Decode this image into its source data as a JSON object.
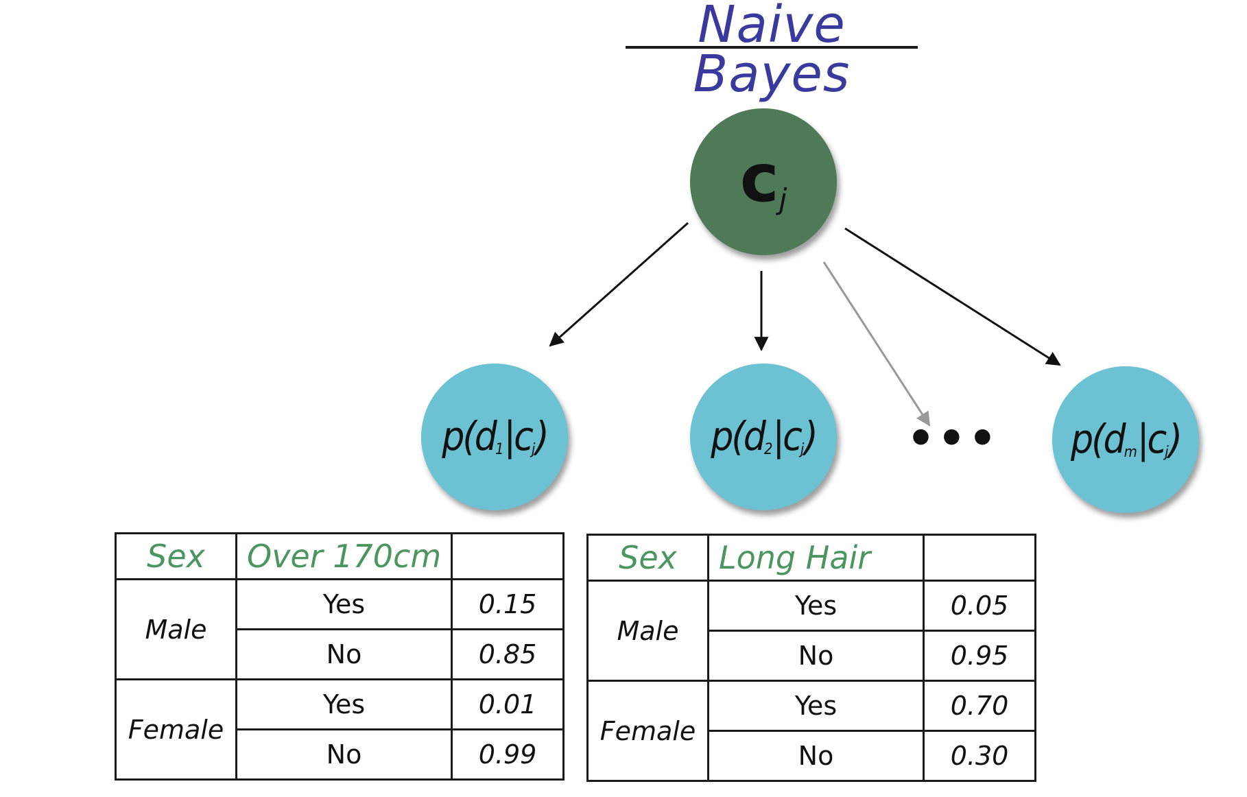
{
  "title": "Naive Bayes",
  "nodes": {
    "root": {
      "main": "c",
      "sub": "j"
    },
    "feature_1": {
      "prefix": "p(d",
      "index": "1",
      "mid": "|c",
      "sub": "j",
      "suffix": ")"
    },
    "feature_2": {
      "prefix": "p(d",
      "index": "2",
      "mid": "|c",
      "sub": "j",
      "suffix": ")"
    },
    "feature_m": {
      "prefix": "p(d",
      "index": "m",
      "mid": "|c",
      "sub": "j",
      "suffix": ")"
    },
    "ellipsis": "•••"
  },
  "colors": {
    "title": "#3a3a9e",
    "root_node": "#4f7a58",
    "feature_node": "#6cc2d3",
    "header_text": "#4a9560",
    "male": "#3a3a9e",
    "female": "#cc1a1a"
  },
  "tables": [
    {
      "header": {
        "col1": "Sex",
        "col2": "Over 170cm",
        "col3": ""
      },
      "male_label": "Male",
      "female_label": "Female",
      "rows": [
        {
          "answer": "Yes",
          "value": "0.15"
        },
        {
          "answer": "No",
          "value": "0.85"
        },
        {
          "answer": "Yes",
          "value": "0.01"
        },
        {
          "answer": "No",
          "value": "0.99"
        }
      ]
    },
    {
      "header": {
        "col1": "Sex",
        "col2": "Long Hair",
        "col3": ""
      },
      "male_label": "Male",
      "female_label": "Female",
      "rows": [
        {
          "answer": "Yes",
          "value": "0.05"
        },
        {
          "answer": "No",
          "value": "0.95"
        },
        {
          "answer": "Yes",
          "value": "0.70"
        },
        {
          "answer": "No",
          "value": "0.30"
        }
      ]
    }
  ]
}
